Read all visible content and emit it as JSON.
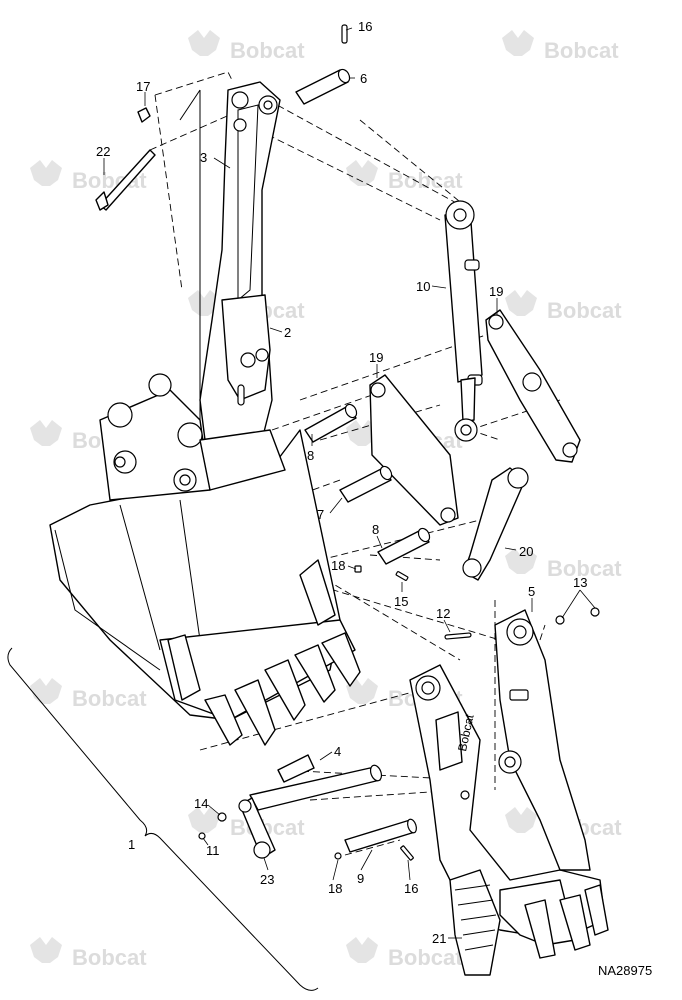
{
  "watermark": {
    "brand": "Bobcat"
  },
  "callouts": {
    "c1": "1",
    "c2": "2",
    "c3": "3",
    "c4": "4",
    "c5": "5",
    "c6": "6",
    "c7": "7",
    "c8a": "8",
    "c8b": "8",
    "c9": "9",
    "c10": "10",
    "c11": "11",
    "c12": "12",
    "c13": "13",
    "c14": "14",
    "c15": "15",
    "c16a": "16",
    "c16b": "16",
    "c17": "17",
    "c18a": "18",
    "c18b": "18",
    "c19a": "19",
    "c19b": "19",
    "c20": "20",
    "c21": "21",
    "c22": "22",
    "c23": "23"
  },
  "reference": "NA28975",
  "decal": "Bobcat"
}
